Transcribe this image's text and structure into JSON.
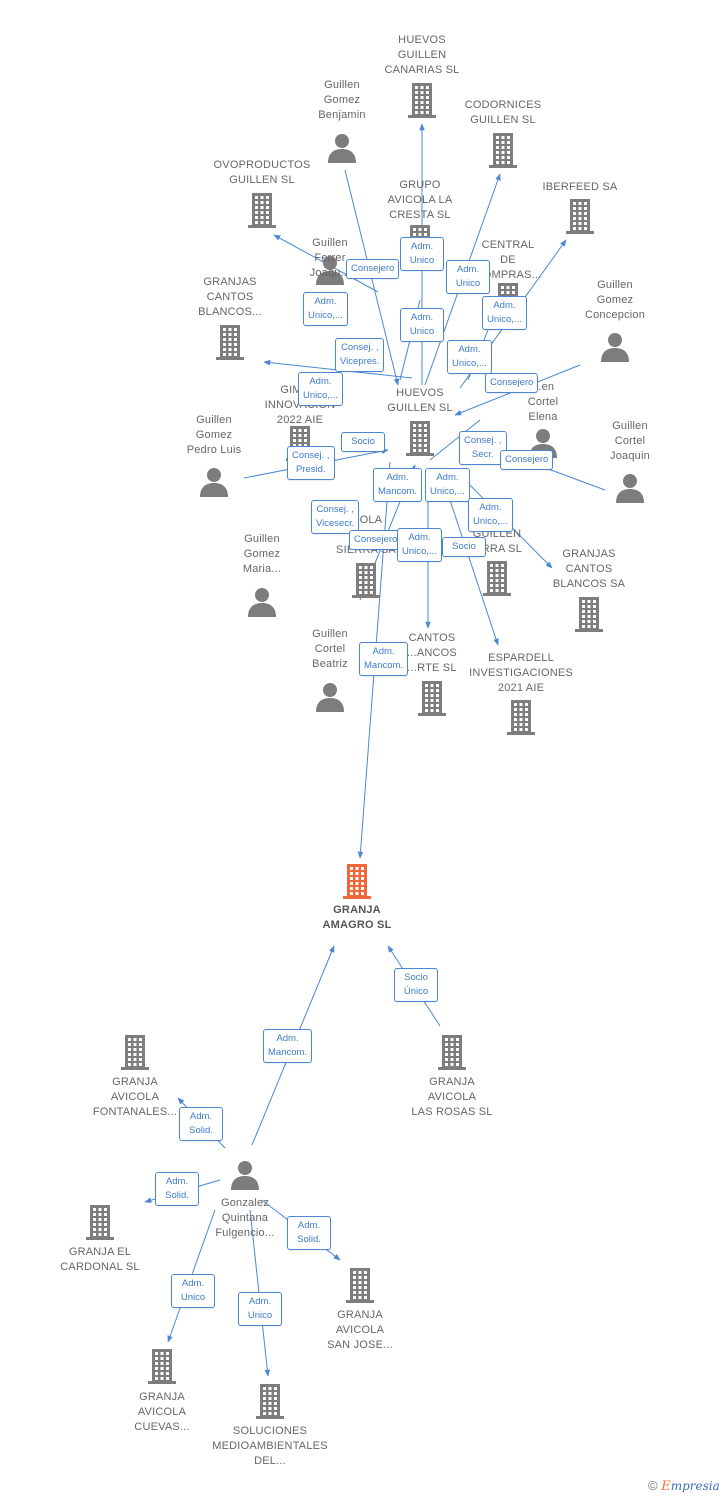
{
  "colors": {
    "link": "#4a88d4",
    "node_icon": "#7d7d7d",
    "focus_icon": "#f0673a",
    "label": "#666666"
  },
  "nodes": [
    {
      "id": "huevos_canarias",
      "kind": "company",
      "lines": [
        "HUEVOS",
        "GUILLEN",
        "CANARIAS SL"
      ]
    },
    {
      "id": "guillen_benjamin",
      "kind": "person",
      "lines": [
        "Guillen",
        "Gomez",
        "Benjamin"
      ]
    },
    {
      "id": "codornices",
      "kind": "company",
      "lines": [
        "CODORNICES",
        "GUILLEN SL"
      ]
    },
    {
      "id": "ovoproductos",
      "kind": "company",
      "lines": [
        "OVOPRODUCTOS",
        "GUILLEN  SL"
      ]
    },
    {
      "id": "grupo_cresta",
      "kind": "company",
      "lines": [
        "GRUPO",
        "AVICOLA LA",
        "CRESTA SL"
      ]
    },
    {
      "id": "iberfeed",
      "kind": "company",
      "lines": [
        "IBERFEED SA"
      ]
    },
    {
      "id": "guillen_ferrer",
      "kind": "person",
      "lines": [
        "Guillen",
        "Ferrer",
        "Joaqu..."
      ]
    },
    {
      "id": "central_compras",
      "kind": "company",
      "lines": [
        "CENTRAL",
        "DE",
        "COMPRAS..."
      ]
    },
    {
      "id": "granjas_cantos_1",
      "kind": "company",
      "lines": [
        "GRANJAS",
        "CANTOS",
        "BLANCOS..."
      ]
    },
    {
      "id": "guillen_concepcion",
      "kind": "person",
      "lines": [
        "Guillen",
        "Gomez",
        "Concepcion"
      ]
    },
    {
      "id": "gimnovacion",
      "kind": "company",
      "lines": [
        "GIMN...",
        "INNOVACION",
        "2022  AIE"
      ]
    },
    {
      "id": "huevos_guillen",
      "kind": "company",
      "lines": [
        "HUEVOS",
        "GUILLEN SL"
      ]
    },
    {
      "id": "guillen_elena",
      "kind": "person",
      "lines": [
        "...en",
        "Cortel",
        "Elena"
      ]
    },
    {
      "id": "guillen_pedro",
      "kind": "person",
      "lines": [
        "Guillen",
        "Gomez",
        "Pedro Luis"
      ]
    },
    {
      "id": "guillen_joaquin",
      "kind": "person",
      "lines": [
        "Guillen",
        "Cortel",
        "Joaquin"
      ]
    },
    {
      "id": "guillen_maria",
      "kind": "person",
      "lines": [
        "Guillen",
        "Gomez",
        "Maria..."
      ]
    },
    {
      "id": "avicola_sierra",
      "kind": "company",
      "lines": [
        "...OLA",
        "P...",
        "SIERRA SA"
      ]
    },
    {
      "id": "guillen_parra",
      "kind": "company",
      "lines": [
        "GUILLEN",
        "...RRA  SL"
      ]
    },
    {
      "id": "granjas_cantos_sa",
      "kind": "company",
      "lines": [
        "GRANJAS",
        "CANTOS",
        "BLANCOS SA"
      ]
    },
    {
      "id": "guillen_beatriz",
      "kind": "person",
      "lines": [
        "Guillen",
        "Cortel",
        "Beatriz"
      ]
    },
    {
      "id": "cantos_norte",
      "kind": "company",
      "lines": [
        "CANTOS",
        "...ANCOS",
        "...RTE SL"
      ]
    },
    {
      "id": "espardell",
      "kind": "company",
      "lines": [
        "ESPARDELL",
        "INVESTIGACIONES",
        "2021 AIE"
      ]
    },
    {
      "id": "granja_amagro",
      "kind": "focus",
      "lines": [
        "GRANJA",
        "AMAGRO  SL"
      ]
    },
    {
      "id": "granja_fontanales",
      "kind": "company",
      "lines": [
        "GRANJA",
        "AVICOLA",
        "FONTANALES..."
      ]
    },
    {
      "id": "granja_rosas",
      "kind": "company",
      "lines": [
        "GRANJA",
        "AVICOLA",
        "LAS ROSAS  SL"
      ]
    },
    {
      "id": "gonzalez",
      "kind": "person",
      "lines": [
        "Gonzalez",
        "Quintana",
        "Fulgencio..."
      ]
    },
    {
      "id": "granja_cardonal",
      "kind": "company",
      "lines": [
        "GRANJA EL",
        "CARDONAL  SL"
      ]
    },
    {
      "id": "granja_sanjose",
      "kind": "company",
      "lines": [
        "GRANJA",
        "AVICOLA",
        "SAN JOSE..."
      ]
    },
    {
      "id": "granja_cuevas",
      "kind": "company",
      "lines": [
        "GRANJA",
        "AVICOLA",
        "CUEVAS..."
      ]
    },
    {
      "id": "soluciones",
      "kind": "company",
      "lines": [
        "SOLUCIONES",
        "MEDIOAMBIENTALES",
        "DEL..."
      ]
    }
  ],
  "edge_labels": [
    {
      "id": "e1",
      "text": "Consejero"
    },
    {
      "id": "e2",
      "text": "Adm.\nUnico"
    },
    {
      "id": "e3",
      "text": "Adm.\nUnico"
    },
    {
      "id": "e4",
      "text": "Adm.\nUnico,..."
    },
    {
      "id": "e5",
      "text": "Adm.\nUnico"
    },
    {
      "id": "e6",
      "text": "Adm.\nUnico,..."
    },
    {
      "id": "e7",
      "text": "Consej. ,\nVicepres."
    },
    {
      "id": "e8",
      "text": "Adm.\nUnico,..."
    },
    {
      "id": "e9",
      "text": "Adm.\nUnico,..."
    },
    {
      "id": "e10",
      "text": "Consejero"
    },
    {
      "id": "e11",
      "text": "Socio"
    },
    {
      "id": "e12",
      "text": "Consej. ,\nPresid."
    },
    {
      "id": "e13",
      "text": "Consej. ,\nSecr."
    },
    {
      "id": "e14",
      "text": "Consejero"
    },
    {
      "id": "e15",
      "text": "Adm.\nMancom."
    },
    {
      "id": "e16",
      "text": "Adm.\nUnico,..."
    },
    {
      "id": "e17",
      "text": "Consej. ,\nVicesecr."
    },
    {
      "id": "e18",
      "text": "Adm.\nUnico,..."
    },
    {
      "id": "e19",
      "text": "Consejero"
    },
    {
      "id": "e20",
      "text": "Adm.\nUnico,..."
    },
    {
      "id": "e21",
      "text": "Socio"
    },
    {
      "id": "e22",
      "text": "Adm.\nMancom."
    },
    {
      "id": "e23",
      "text": "Socio\nÚnico"
    },
    {
      "id": "e24",
      "text": "Adm.\nMancom."
    },
    {
      "id": "e25",
      "text": "Adm.\nSolid."
    },
    {
      "id": "e26",
      "text": "Adm.\nSolid."
    },
    {
      "id": "e27",
      "text": "Adm.\nSolid."
    },
    {
      "id": "e28",
      "text": "Adm.\nUnico"
    },
    {
      "id": "e29",
      "text": "Adm.\nUnico"
    }
  ],
  "watermark": {
    "copyright": "©",
    "brand_initial": "E",
    "brand_rest": "mpresia"
  }
}
